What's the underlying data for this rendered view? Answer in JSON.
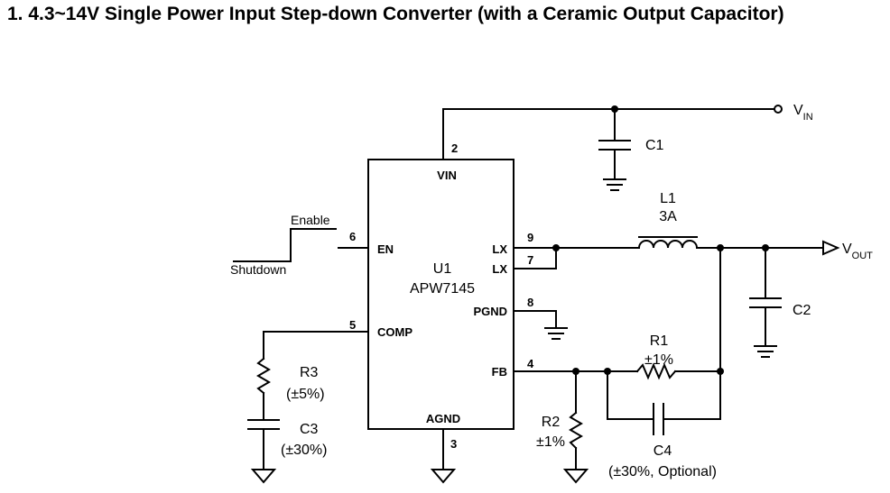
{
  "title": "1. 4.3~14V Single Power Input Step-down Converter (with a Ceramic Output Capacitor)",
  "ic": {
    "ref": "U1",
    "part": "APW7145",
    "pins": {
      "vin": {
        "num": "2",
        "name": "VIN"
      },
      "en": {
        "num": "6",
        "name": "EN"
      },
      "comp": {
        "num": "5",
        "name": "COMP"
      },
      "lx1": {
        "num": "9",
        "name": "LX"
      },
      "lx2": {
        "num": "7",
        "name": "LX"
      },
      "pgnd": {
        "num": "8",
        "name": "PGND"
      },
      "fb": {
        "num": "4",
        "name": "FB"
      },
      "agnd": {
        "num": "3",
        "name": "AGND"
      }
    }
  },
  "nets": {
    "vin": {
      "main": "V",
      "sub": "IN"
    },
    "vout": {
      "main": "V",
      "sub": "OUT"
    }
  },
  "enable": {
    "high": "Enable",
    "low": "Shutdown"
  },
  "components": {
    "c1": {
      "ref": "C1"
    },
    "c2": {
      "ref": "C2"
    },
    "l1": {
      "ref": "L1",
      "value": "3A"
    },
    "r1": {
      "ref": "R1",
      "tol": "±1%"
    },
    "r2": {
      "ref": "R2",
      "tol": "±1%"
    },
    "r3": {
      "ref": "R3",
      "tol": "(±5%)"
    },
    "c3": {
      "ref": "C3",
      "tol": "(±30%)"
    },
    "c4": {
      "ref": "C4",
      "tol": "(±30%, Optional)"
    }
  }
}
